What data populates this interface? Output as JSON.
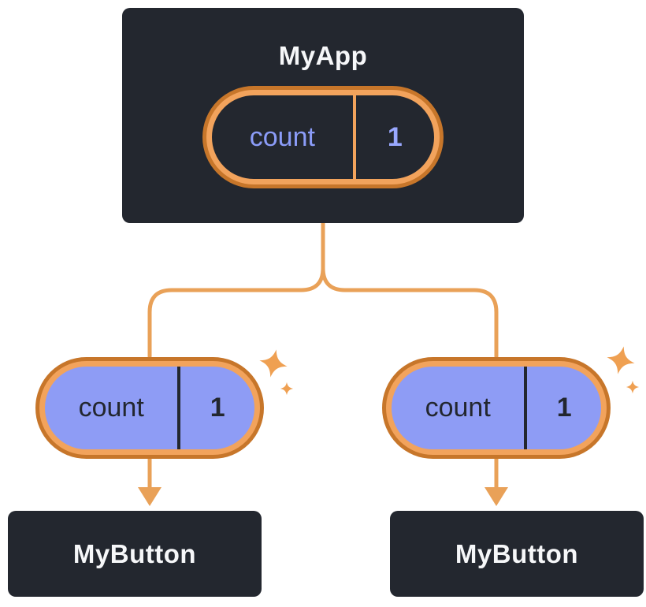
{
  "diagram": {
    "root": {
      "title": "MyApp",
      "state": {
        "name": "count",
        "value": "1"
      }
    },
    "children": [
      {
        "prop": {
          "name": "count",
          "value": "1"
        },
        "title": "MyButton"
      },
      {
        "prop": {
          "name": "count",
          "value": "1"
        },
        "title": "MyButton"
      }
    ],
    "colors": {
      "node_background": "#23272F",
      "node_text": "#F6F7F9",
      "connector_orange": "#E9A158",
      "pill_ring_light": "#F2A35C",
      "pill_ring_dark": "#C7762A",
      "pill_purple_fill": "#8E9CF5",
      "state_text_purple": "#8B9CF8",
      "canvas_background": "#FFFFFF"
    }
  }
}
